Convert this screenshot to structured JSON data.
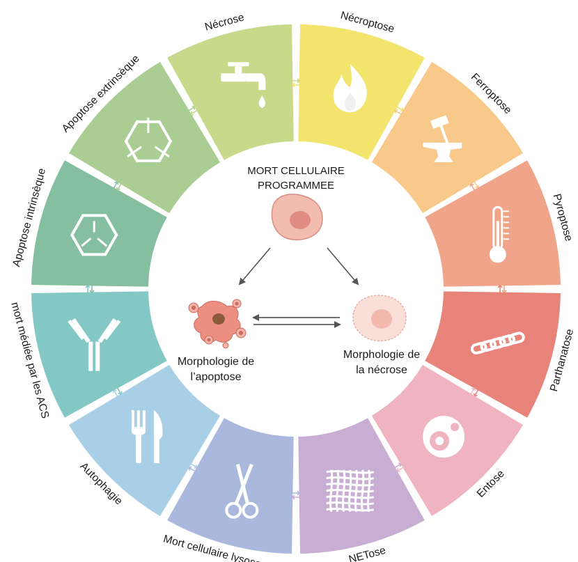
{
  "center": {
    "title_line1": "MORT CELLULAIRE",
    "title_line2": "PROGRAMMEE",
    "apoptosis_line1": "Morphologie de",
    "apoptosis_line2": "l’apoptose",
    "necrosis_line1": "Morphologie de",
    "necrosis_line2": "la nécrose"
  },
  "segments": [
    {
      "label": "Nécroptose",
      "color": "#f2e46d",
      "icon": "fire-icon"
    },
    {
      "label": "Ferroptose",
      "color": "#f8c98a",
      "icon": "hammer-anvil-icon"
    },
    {
      "label": "Pyroptose",
      "color": "#f0a58a",
      "icon": "thermometer-icon"
    },
    {
      "label": "Parthanatose",
      "color": "#e8837a",
      "icon": "chain-icon"
    },
    {
      "label": "Entose",
      "color": "#f0b4c0",
      "icon": "cell-in-cell-icon"
    },
    {
      "label": "NETose",
      "color": "#c9aed3",
      "icon": "net-icon"
    },
    {
      "label": "Mort cellulaire lysosomiale",
      "color": "#a9b8dc",
      "icon": "scissors-icon"
    },
    {
      "label": "Autophagie",
      "color": "#a8cfe6",
      "icon": "fork-knife-icon"
    },
    {
      "label": "mort médiée par les ACS",
      "color": "#84c8c6",
      "icon": "antibody-icon"
    },
    {
      "label": "Apoptose intrinsèque",
      "color": "#86bfa0",
      "icon": "hexagon-inward-arrows-icon"
    },
    {
      "label": "Apoptose extrinsèque",
      "color": "#a9cd92",
      "icon": "hexagon-outward-arrows-icon"
    },
    {
      "label": "Nécrose",
      "color": "#c8d98c",
      "icon": "tap-icon"
    }
  ]
}
